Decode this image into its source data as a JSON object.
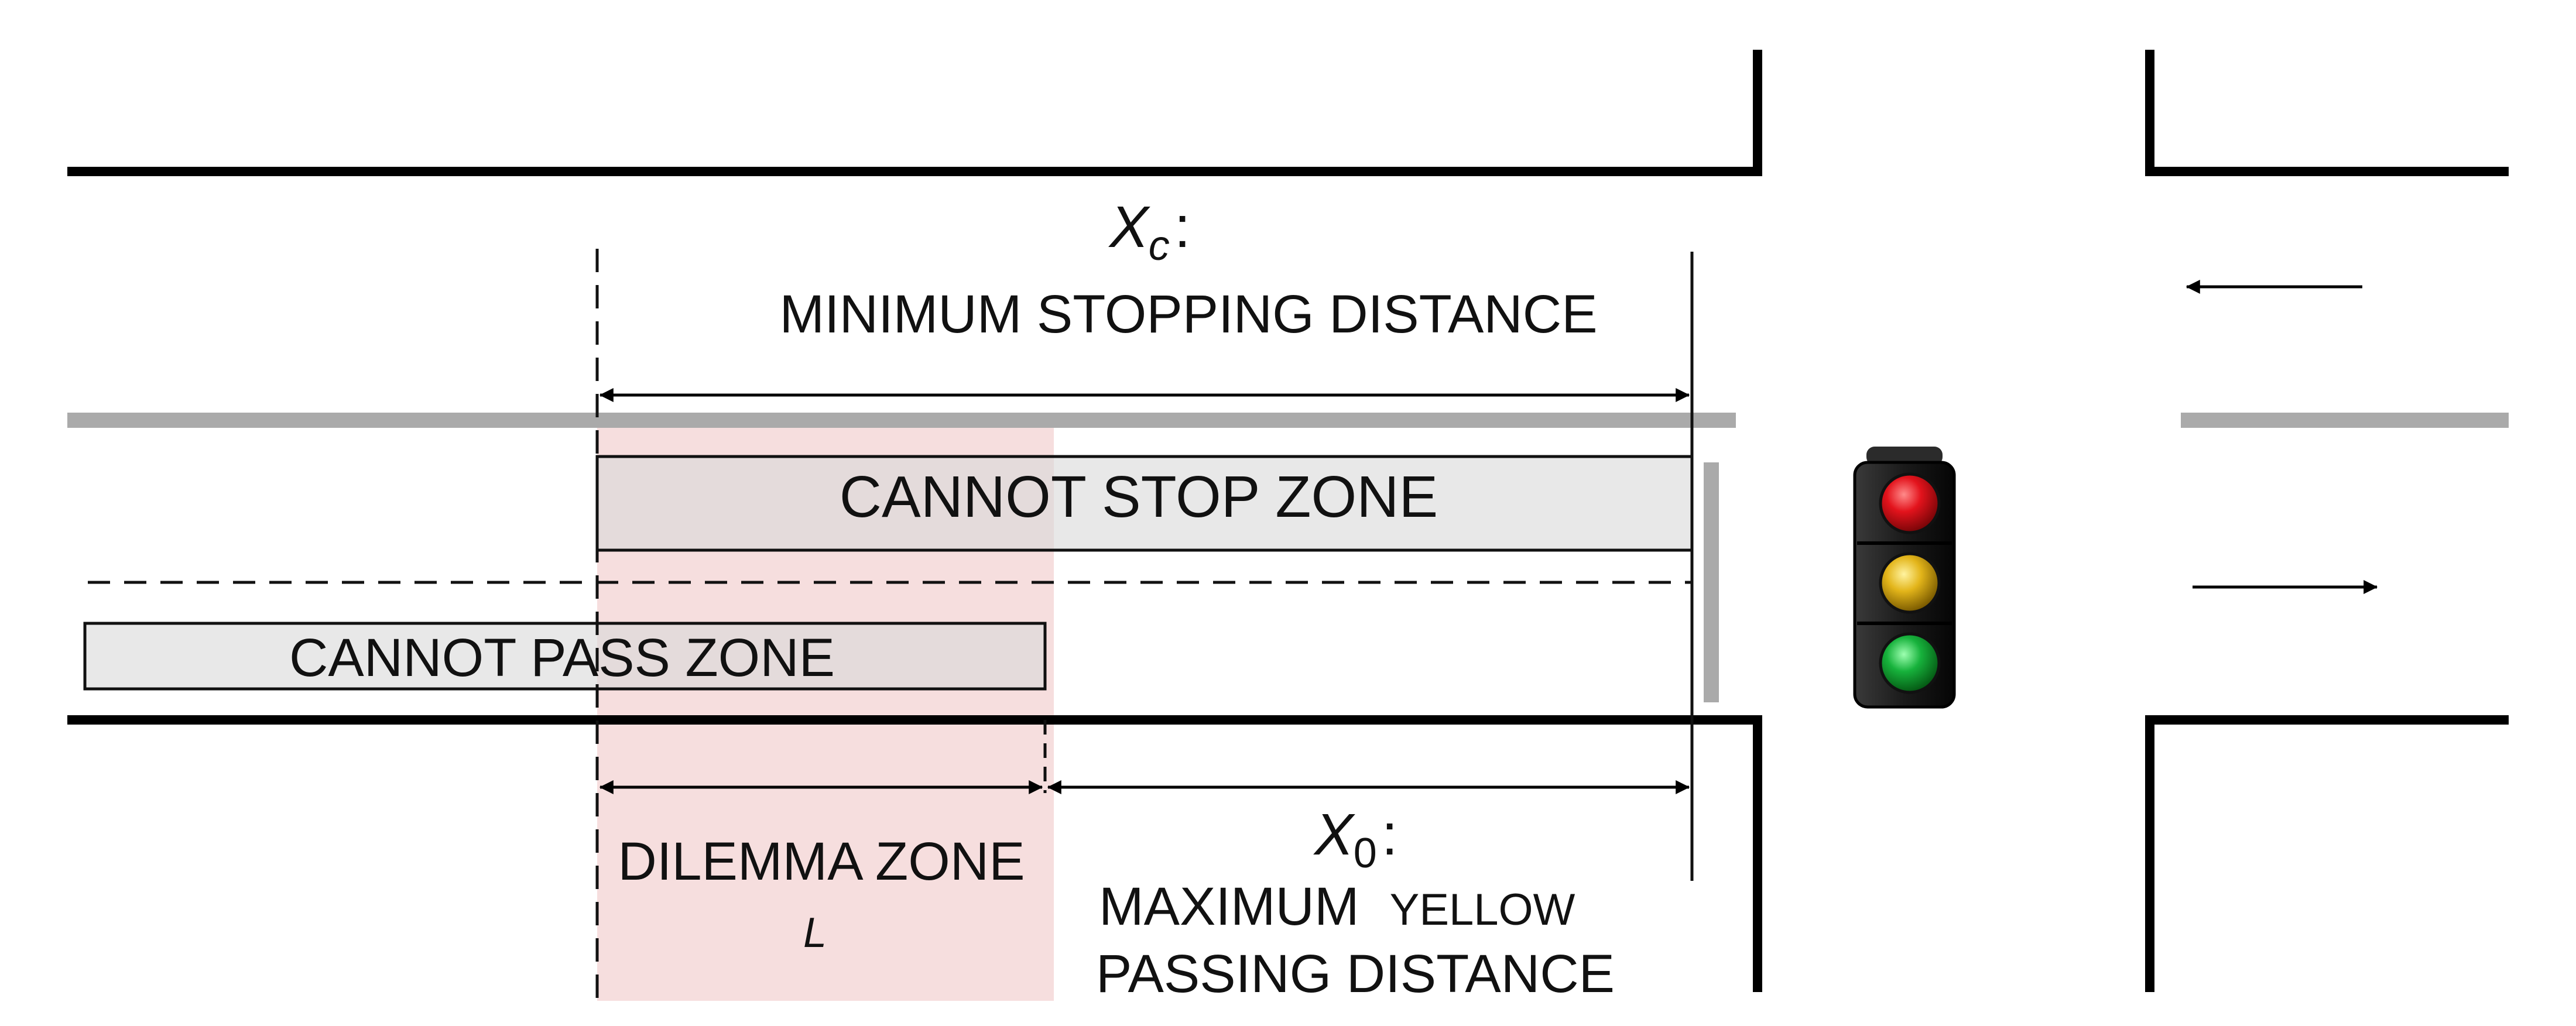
{
  "labels": {
    "xc_symbol": "X",
    "xc_subscript": "c",
    "xc_colon": ":",
    "xc_caption": "MINIMUM STOPPING DISTANCE",
    "cannot_stop_zone": "CANNOT STOP ZONE",
    "cannot_pass_zone": "CANNOT PASS ZONE",
    "dilemma_zone": "DILEMMA ZONE",
    "dilemma_symbol": "L",
    "x0_symbol": "X",
    "x0_subscript": "0",
    "x0_colon": ":",
    "x0_caption_line1": "MAXIMUM",
    "x0_caption_yellow": "YELLOW",
    "x0_caption_line2": "PASSING DISTANCE"
  },
  "traffic_light": {
    "lamps": [
      "red",
      "yellow",
      "green"
    ]
  },
  "colors": {
    "road_edge": "#000000",
    "center_line": "#aaaaaa",
    "zone_fill": "#d9d9d9",
    "dilemma_fill": "#f6dede",
    "lamp_red": "#e3131c",
    "lamp_yellow": "#e3b51a",
    "lamp_green": "#17b23c",
    "light_housing": "#1e1e1e"
  }
}
